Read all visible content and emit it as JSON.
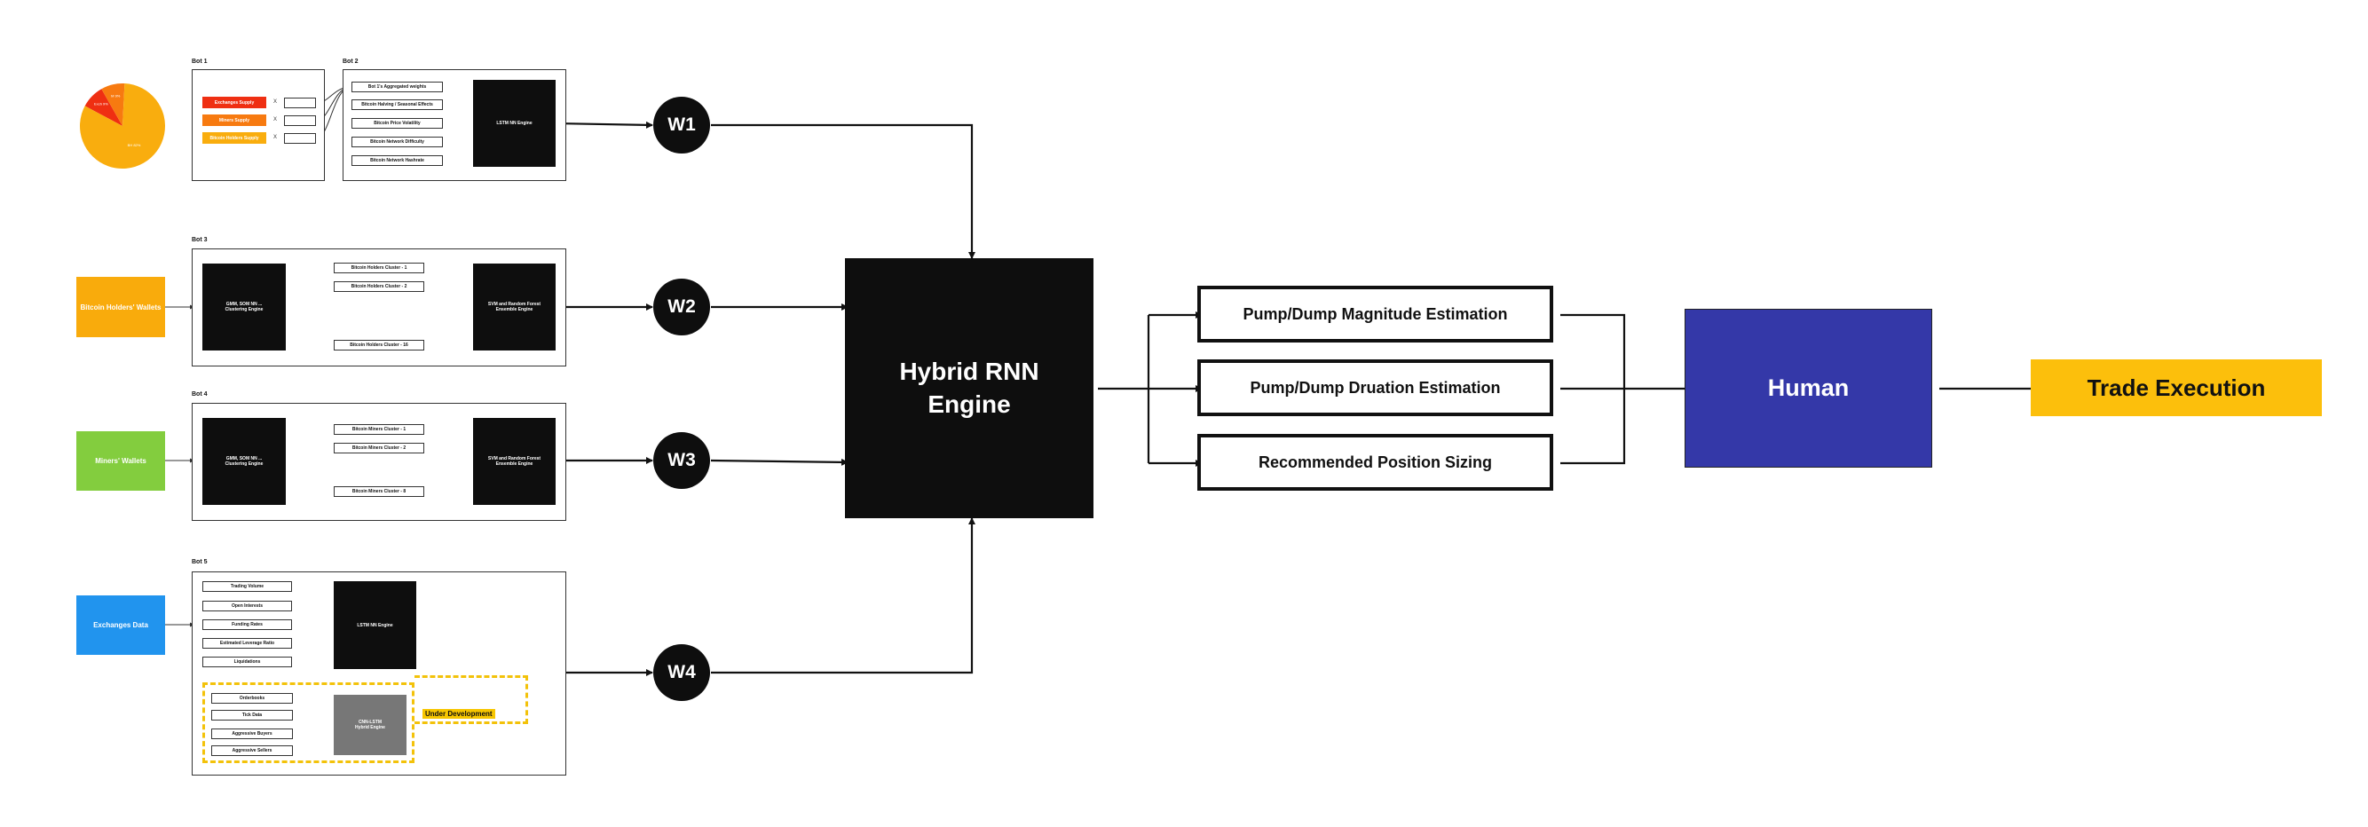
{
  "pie": {
    "slices": [
      {
        "label": "Exch 9%",
        "value": 9,
        "color": "#ef2f12"
      },
      {
        "label": "M 9%",
        "value": 9,
        "color": "#f77a10"
      },
      {
        "label": "BH 82%",
        "value": 82,
        "color": "#f9ad0e"
      }
    ]
  },
  "bot1": {
    "label": "Bot 1",
    "tags": [
      {
        "text": "Exchanges Supply",
        "color": "#ef2f12"
      },
      {
        "text": "Miners Supply",
        "color": "#f77a10"
      },
      {
        "text": "Bitcoin Holders Supply",
        "color": "#f9ad0e"
      }
    ],
    "multiply": "X"
  },
  "bot2": {
    "label": "Bot 2",
    "items": [
      "Bot 1's Aggregated weights",
      "Bitcoin Halving / Seasonal Effects",
      "Bitcoin Price Volatility",
      "Bitcoin Network Difficulty",
      "Bitcoin Network Hashrate"
    ],
    "engine": "LSTM NN Engine"
  },
  "bot3": {
    "label": "Bot 3",
    "clustering": "GMM, SOM NN ...\nClustering Engine",
    "clusters": [
      "Bitcoin Holders Cluster - 1",
      "Bitcoin Holders Cluster - 2",
      "Bitcoin Holders Cluster - 16"
    ],
    "ensemble": "SVM and Random Forest\nEnsemble Engine"
  },
  "bot4": {
    "label": "Bot 4",
    "clustering": "GMM, SOM NN ...\nClustering Engine",
    "clusters": [
      "Bitcoin Miners Cluster - 1",
      "Bitcoin Miners Cluster - 2",
      "Bitcoin Miners Cluster - 8"
    ],
    "ensemble": "SVM and Random Forest\nEnsemble Engine"
  },
  "bot5": {
    "label": "Bot 5",
    "items": [
      "Trading Volume",
      "Open Interests",
      "Funding Rates",
      "Estimated Leverage Ratio",
      "Liquidations"
    ],
    "engine": "LSTM NN Engine",
    "dev_items": [
      "Orderbooks",
      "Tick Data",
      "Aggressive Buyers",
      "Aggressive Sellers"
    ],
    "dev_engine": "CNN-LSTM\nHybrid Engine",
    "dev_label": "Under Development"
  },
  "sources": [
    {
      "text": "Bitcoin Holders' Wallets",
      "color": "#f9ab0c"
    },
    {
      "text": "Miners' Wallets",
      "color": "#83cd3e"
    },
    {
      "text": "Exchanges Data",
      "color": "#2194ee"
    }
  ],
  "weights": [
    "W1",
    "W2",
    "W3",
    "W4"
  ],
  "hybrid_engine": "Hybrid RNN\nEngine",
  "outputs": [
    "Pump/Dump Magnitude Estimation",
    "Pump/Dump Druation Estimation",
    "Recommended Position Sizing"
  ],
  "human": "Human",
  "trade": "Trade Execution"
}
